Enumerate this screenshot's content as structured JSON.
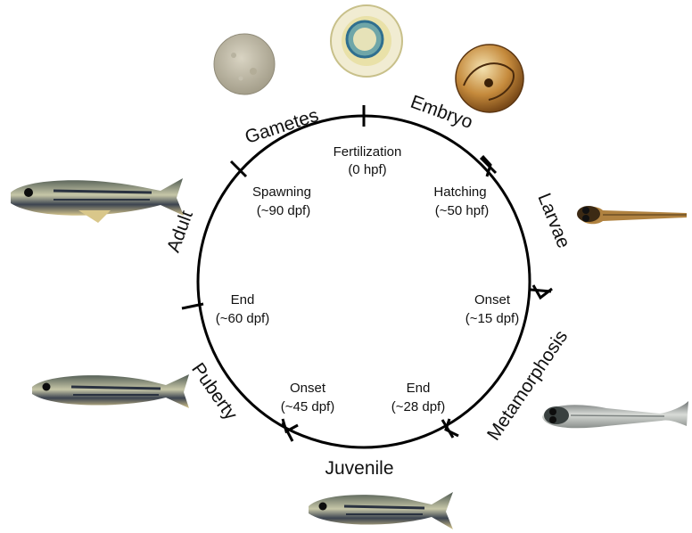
{
  "stages": {
    "gametes": "Gametes",
    "embryo": "Embryo",
    "larvae": "Larvae",
    "metamorphosis": "Metamorphosis",
    "juvenile": "Juvenile",
    "puberty": "Puberty",
    "adult": "Adult"
  },
  "events": {
    "fertilization": {
      "name": "Fertilization",
      "time": "(0 hpf)"
    },
    "hatching": {
      "name": "Hatching",
      "time": "(~50 hpf)"
    },
    "metamorphosis_onset": {
      "name": "Onset",
      "time": "(~15 dpf)"
    },
    "metamorphosis_end": {
      "name": "End",
      "time": "(~28 dpf)"
    },
    "puberty_onset": {
      "name": "Onset",
      "time": "(~45 dpf)"
    },
    "puberty_end": {
      "name": "End",
      "time": "(~60 dpf)"
    },
    "spawning": {
      "name": "Spawning",
      "time": "(~90 dpf)"
    }
  },
  "colors": {
    "cycle_line": "#000000",
    "text": "#111111"
  }
}
